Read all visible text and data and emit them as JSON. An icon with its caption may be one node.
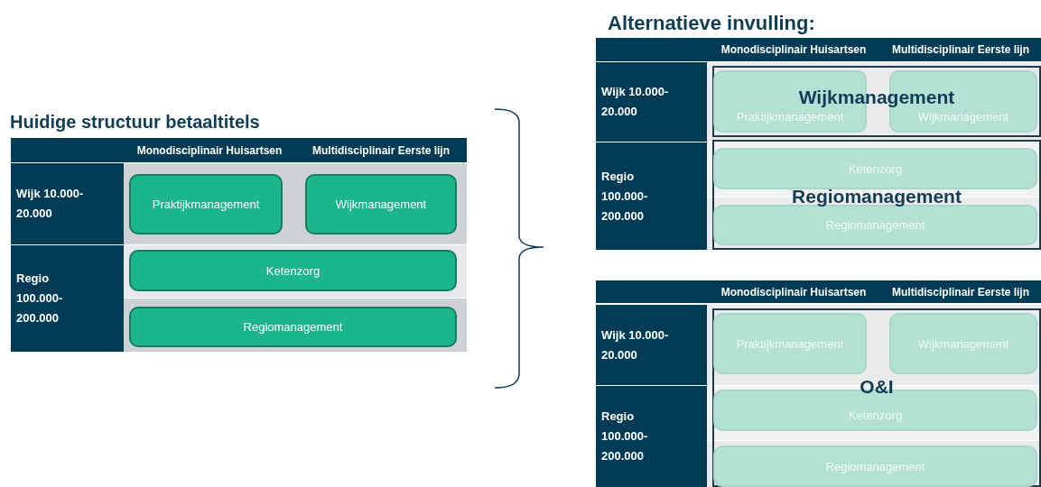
{
  "diagram": {
    "nodes": [
      {
        "text": [
          "Monodisciplinair Huisartsen"
        ]
      },
      {
        "text": [
          "Multidisciplinair Eerste lijn"
        ]
      },
      {
        "text": [
          "Wijk 10.000-20.000"
        ]
      },
      {
        "text": [
          "Praktijkmanagement"
        ]
      },
      {
        "text": [
          "Wijkmanagement"
        ]
      },
      {
        "text": [
          "Regio 100.000-200.000"
        ]
      },
      {
        "text": [
          "Ketenzorg"
        ]
      },
      {
        "text": [
          "Regiomanagement"
        ]
      },
      {
        "text": [
          "Monodisciplinair Huisartsen"
        ]
      },
      {
        "text": [
          "Multidisciplinair Eerste lijn"
        ]
      },
      {
        "text": [
          "Wijk 10.000-20.000"
        ]
      },
      {
        "text": [
          "Wijkmanagement"
        ]
      },
      {
        "text": [
          "Praktijkmanagement"
        ],
        "in": 11
      },
      {
        "text": [
          "Wijkmanagement"
        ],
        "in": 11
      },
      {
        "text": [
          "Regio 100.000-200.000"
        ]
      },
      {
        "text": [
          "Regiomanagement"
        ]
      },
      {
        "text": [
          "Ketenzorg"
        ],
        "in": 15
      },
      {
        "text": [
          "Regiomanagement"
        ],
        "in": 15
      },
      {
        "text": [
          "Monodisciplinair Huisartsen"
        ]
      },
      {
        "text": [
          "Multidisciplinair Eerste lijn"
        ]
      },
      {
        "text": [
          "Wijk 10.000-20.000"
        ]
      },
      {
        "text": [
          "O&I"
        ]
      },
      {
        "text": [
          "Praktijkmanagement"
        ],
        "in": 21
      },
      {
        "text": [
          "Wijkmanagement"
        ],
        "in": 21
      },
      {
        "text": [
          "Ketenzorg"
        ],
        "in": 21
      },
      {
        "text": [
          "Regiomanagement"
        ],
        "in": 21
      },
      {
        "text": [
          "Regio 100.000-200.000"
        ]
      }
    ],
    "edges": [],
    "labels": [
      "Alternatieve invulling:",
      "Huidige structuur betaaltitels"
    ]
  }
}
